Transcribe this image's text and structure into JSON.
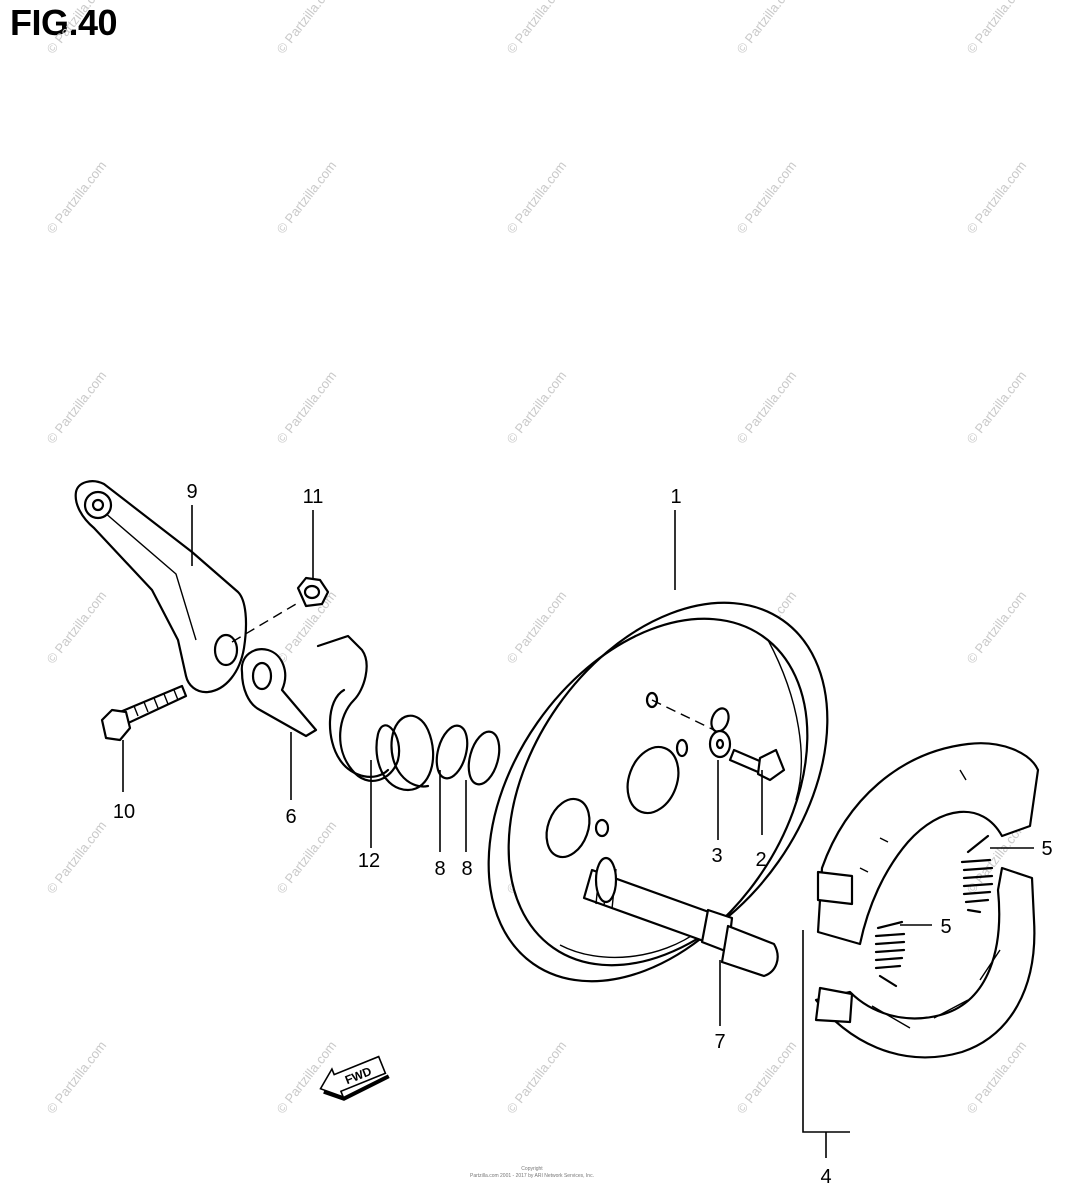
{
  "figure": {
    "title": "FIG.40"
  },
  "watermark": {
    "text": "© Partzilla.com"
  },
  "direction_badge": {
    "label": "FWD"
  },
  "copyright": {
    "line1": "Copyright",
    "line2": "Partzilla.com 2001 - 2017 by ARI Network Services, Inc."
  },
  "callouts": [
    {
      "id": "1",
      "label": "1"
    },
    {
      "id": "2",
      "label": "2"
    },
    {
      "id": "3",
      "label": "3"
    },
    {
      "id": "4",
      "label": "4"
    },
    {
      "id": "5a",
      "label": "5"
    },
    {
      "id": "5b",
      "label": "5"
    },
    {
      "id": "6",
      "label": "6"
    },
    {
      "id": "7",
      "label": "7"
    },
    {
      "id": "8a",
      "label": "8"
    },
    {
      "id": "8b",
      "label": "8"
    },
    {
      "id": "9",
      "label": "9"
    },
    {
      "id": "10",
      "label": "10"
    },
    {
      "id": "11",
      "label": "11"
    },
    {
      "id": "12",
      "label": "12"
    }
  ]
}
